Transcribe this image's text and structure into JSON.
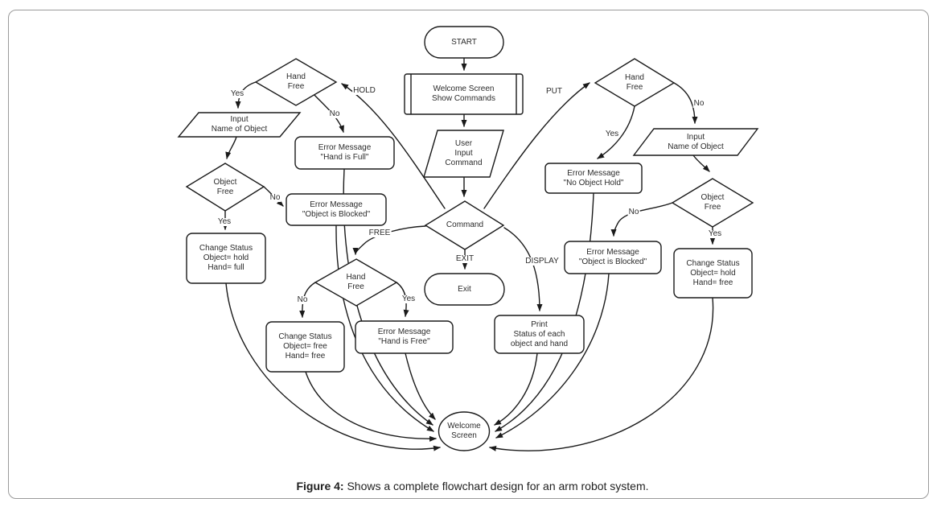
{
  "figure": {
    "caption_prefix": "Figure 4:",
    "caption_rest": " Shows a complete flowchart design for an arm robot system."
  },
  "nodes": {
    "start": "START",
    "welcome_commands": "Welcome Screen\nShow Commands",
    "user_input": "User\nInput\nCommand",
    "command": "Command",
    "exit": "Exit",
    "print_status": "Print\nStatus of each\nobject and hand",
    "hand_free_left": "Hand\nFree",
    "input_name_left": "Input\nName of Object",
    "error_hand_full": "Error Message\n\"Hand is Full\"",
    "object_free_left": "Object\nFree",
    "error_object_blocked_left": "Error Message\n\"Object is Blocked\"",
    "change_status_hold_full": "Change Status\nObject= hold\nHand= full",
    "hand_free_bottom": "Hand\nFree",
    "change_status_free_free": "Change Status\nObject= free\nHand= free",
    "error_hand_is_free": "Error Message\n\"Hand is Free\"",
    "hand_free_right": "Hand\nFree",
    "error_no_object_hold": "Error Message\n\"No Object Hold\"",
    "input_name_right": "Input\nName of Object",
    "object_free_right": "Object\nFree",
    "error_object_blocked_right": "Error Message\n\"Object is Blocked\"",
    "change_status_hold_free": "Change Status\nObject= hold\nHand= free",
    "welcome_screen": "Welcome\nScreen"
  },
  "edge_labels": {
    "hold": "HOLD",
    "put": "PUT",
    "free": "FREE",
    "exit": "EXIT",
    "display": "DISPLAY",
    "yes_hand_free_left": "Yes",
    "no_hand_free_left": "No",
    "no_object_free_left": "No",
    "yes_object_free_left": "Yes",
    "no_hand_free_bottom": "No",
    "yes_hand_free_bottom": "Yes",
    "yes_hand_free_right": "Yes",
    "no_hand_free_right": "No",
    "no_object_free_right": "No",
    "yes_object_free_right": "Yes"
  },
  "colors": {
    "stroke": "#1a1a1a",
    "text": "#2b2b2b",
    "panel_border": "#9a9a9a",
    "background": "#ffffff"
  }
}
